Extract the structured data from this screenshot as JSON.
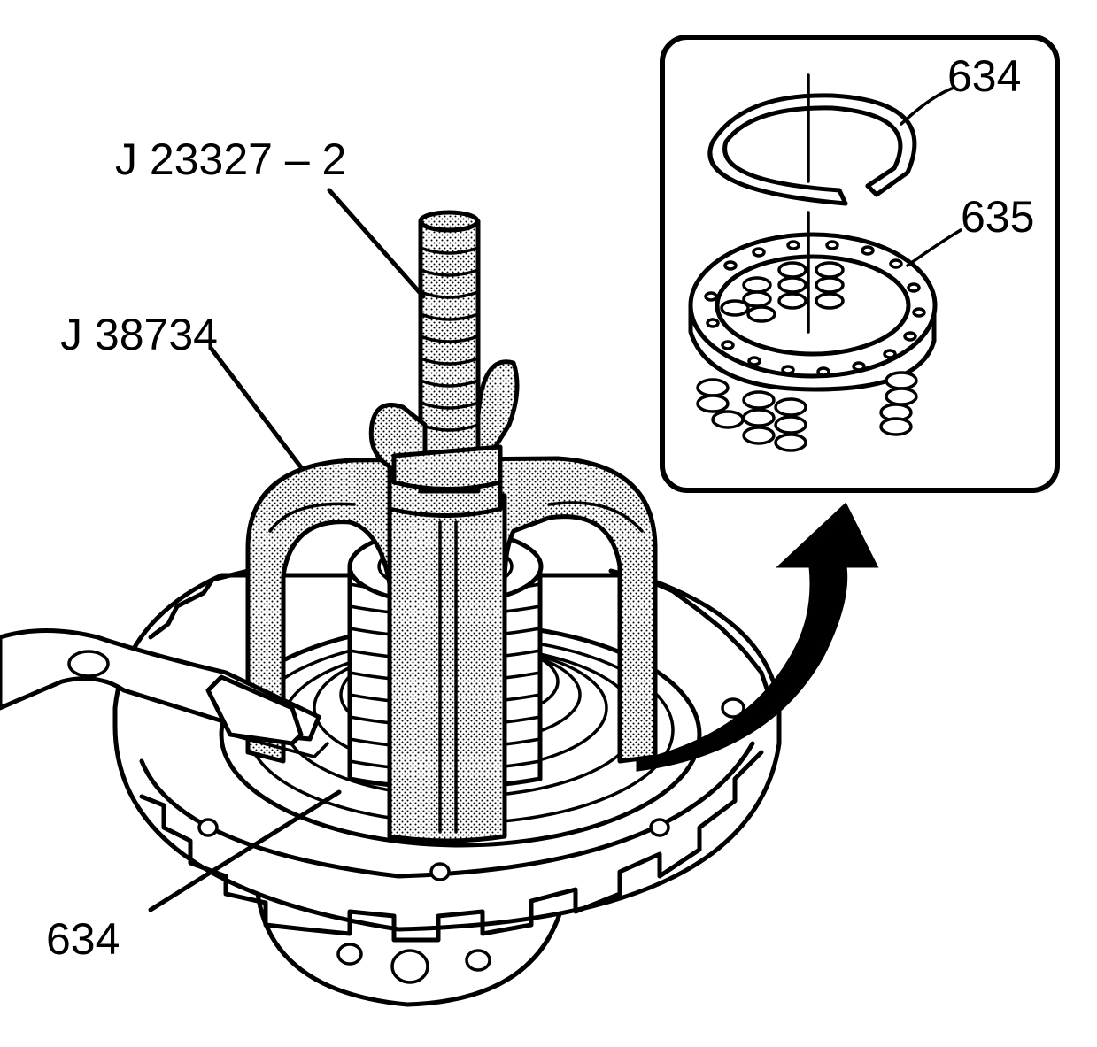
{
  "labels": {
    "tool_rod": "J 23327 – 2",
    "tool_compressor": "J 38734",
    "snap_ring_main": "634",
    "snap_ring_inset": "634",
    "spring_assembly_inset": "635"
  },
  "icons": {
    "direction_arrow": "curved-arrow-up-icon"
  }
}
